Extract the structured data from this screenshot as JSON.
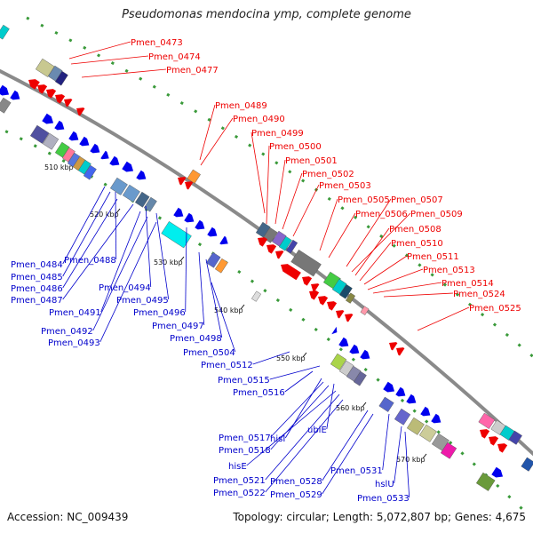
{
  "title": "Pseudomonas mendocina ymp, complete genome",
  "footer": {
    "accession": "Accession: NC_009439",
    "summary": "Topology: circular; Length: 5,072,807 bp; Genes: 4,675"
  },
  "colors": {
    "forward": "#0000ee",
    "reverse": "#ee0000",
    "backbone": "#8a8a8a",
    "dots": "#3a9a3a"
  },
  "ticks": [
    "510 kbp",
    "520 kbp",
    "530 kbp",
    "540 kbp",
    "550 kbp",
    "560 kbp",
    "570 kbp"
  ],
  "labels_top": [
    "Pmen_0473",
    "Pmen_0474",
    "Pmen_0477",
    "Pmen_0489",
    "Pmen_0490",
    "Pmen_0499",
    "Pmen_0500",
    "Pmen_0501",
    "Pmen_0502",
    "Pmen_0503",
    "Pmen_0505",
    "Pmen_0506",
    "Pmen_0507",
    "Pmen_0509",
    "Pmen_0508",
    "Pmen_0510",
    "Pmen_0511",
    "Pmen_0513",
    "Pmen_0514",
    "Pmen_0524",
    "Pmen_0525"
  ],
  "labels_bottom": [
    "Pmen_0484",
    "Pmen_0488",
    "Pmen_0485",
    "Pmen_0486",
    "Pmen_0487",
    "Pmen_0494",
    "Pmen_0491",
    "Pmen_0495",
    "Pmen_0492",
    "Pmen_0496",
    "Pmen_0493",
    "Pmen_0497",
    "Pmen_0498",
    "Pmen_0504",
    "Pmen_0512",
    "Pmen_0515",
    "Pmen_0516",
    "hisI",
    "ubiE",
    "Pmen_0517",
    "Pmen_0518",
    "hisE",
    "Pmen_0521",
    "Pmen_0528",
    "Pmen_0531",
    "Pmen_0522",
    "Pmen_0529",
    "hslU",
    "Pmen_0533"
  ]
}
